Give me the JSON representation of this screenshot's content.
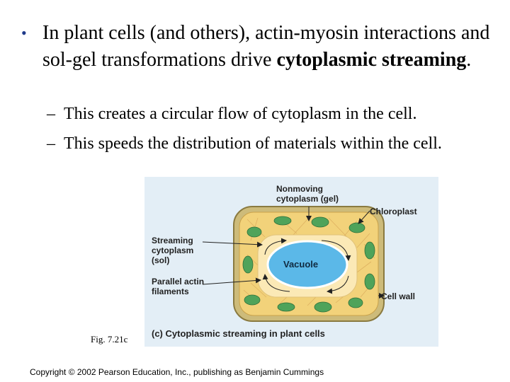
{
  "slide": {
    "bullet_text_before": "In plant cells (and others), actin-myosin interactions and sol-gel transformations drive ",
    "bullet_bold": "cytoplasmic streaming",
    "bullet_text_after": ".",
    "sub1": "This creates a circular flow of cytoplasm in the cell.",
    "sub2": "This speeds the distribution of materials within the cell.",
    "bullet_glyph": "•",
    "dash_glyph": "–"
  },
  "figure": {
    "label_nonmoving_line1": "Nonmoving",
    "label_nonmoving_line2": "cytoplasm (gel)",
    "label_chloroplast": "Chloroplast",
    "label_streaming_line1": "Streaming",
    "label_streaming_line2": "cytoplasm",
    "label_streaming_line3": "(sol)",
    "label_vacuole": "Vacuole",
    "label_actin_line1": "Parallel actin",
    "label_actin_line2": "filaments",
    "label_cellwall": "Cell wall",
    "caption": "(c) Cytoplasmic streaming in plant cells",
    "colors": {
      "background": "#e3eef6",
      "cell_wall": "#cdbb7a",
      "cytoplasm": "#f2d27a",
      "chloroplast": "#4fa35a",
      "vacuole": "#5bb8e8"
    }
  },
  "fig_ref": "Fig. 7.21c",
  "copyright": "Copyright © 2002 Pearson Education, Inc., publishing as Benjamin Cummings"
}
